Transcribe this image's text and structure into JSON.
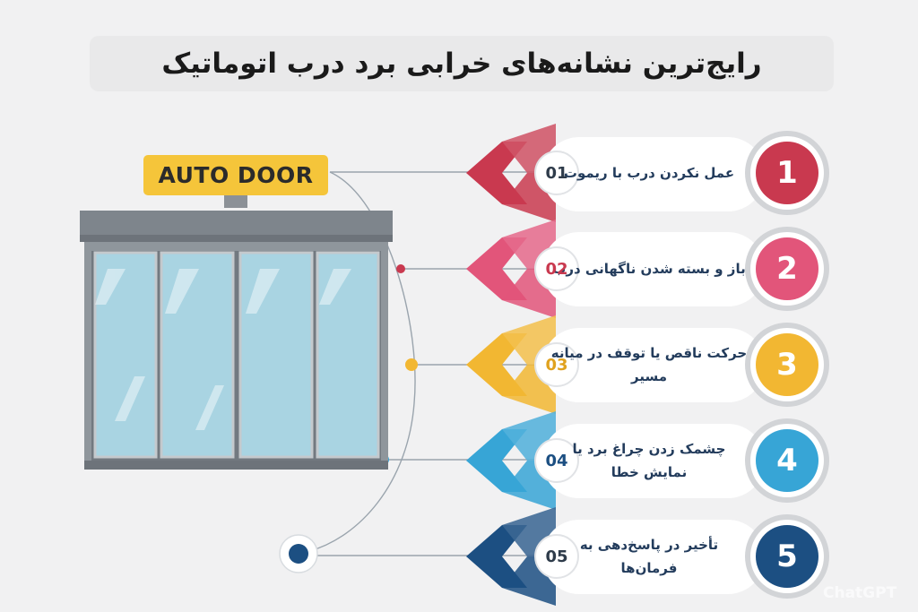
{
  "title": "رایج‌ترین نشانه‌های خرابی برد درب اتوماتیک",
  "sign_label": "AUTO DOOR",
  "watermark": "ChatGPT",
  "colors": {
    "item1": "#c9394f",
    "item2": "#e2557a",
    "item3": "#f2b732",
    "item4": "#37a5d6",
    "item5": "#1c4f82"
  },
  "items": [
    {
      "number": "1",
      "code": "01",
      "text": "عمل نکردن درب با ریموت"
    },
    {
      "number": "2",
      "code": "02",
      "text": "باز و بسته شدن ناگهانی درب"
    },
    {
      "number": "3",
      "code": "03",
      "text": "حرکت ناقص یا توقف در میانه مسیر"
    },
    {
      "number": "4",
      "code": "04",
      "text": "چشمک زدن چراغ برد یا نمایش خطا"
    },
    {
      "number": "5",
      "code": "05",
      "text": "تأخیر در پاسخ‌دهی به فرمان‌ها"
    }
  ]
}
